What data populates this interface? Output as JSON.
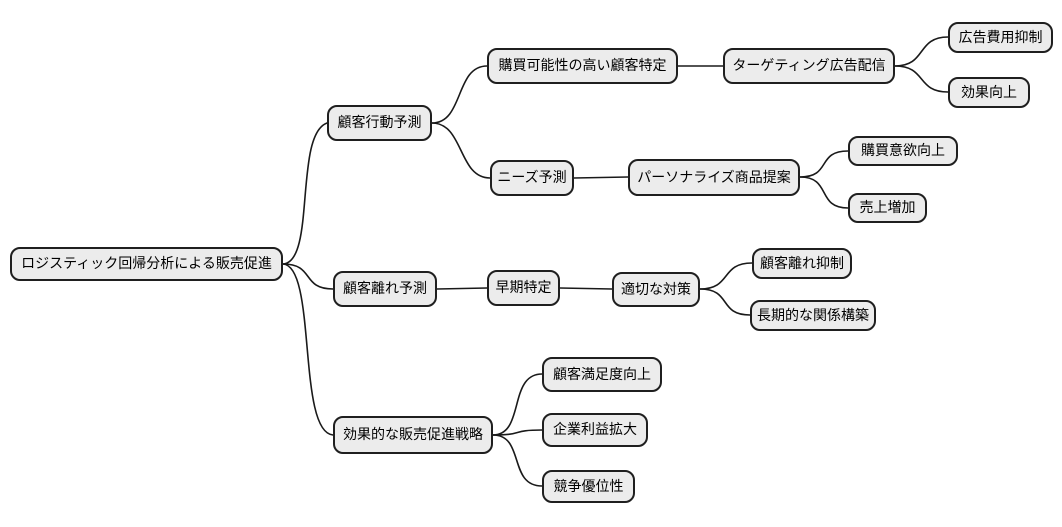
{
  "diagram": {
    "type": "mindmap",
    "title": "ロジスティック回帰分析による販売促進"
  },
  "nodes": {
    "root": {
      "label": "ロジスティック回帰分析による販売促進"
    },
    "customer_behavior": {
      "label": "顧客行動予測"
    },
    "high_purchase": {
      "label": "購買可能性の高い顧客特定"
    },
    "targeted_ads": {
      "label": "ターゲティング広告配信"
    },
    "ad_cost_reduction": {
      "label": "広告費用抑制"
    },
    "effect_improvement": {
      "label": "効果向上"
    },
    "needs_forecast": {
      "label": "ニーズ予測"
    },
    "personalized_offers": {
      "label": "パーソナライズ商品提案"
    },
    "purchase_motivation": {
      "label": "購買意欲向上"
    },
    "sales_increase": {
      "label": "売上増加"
    },
    "churn_prediction": {
      "label": "顧客離れ予測"
    },
    "early_identification": {
      "label": "早期特定"
    },
    "appropriate_measures": {
      "label": "適切な対策"
    },
    "churn_reduction": {
      "label": "顧客離れ抑制"
    },
    "long_term_relations": {
      "label": "長期的な関係構築"
    },
    "effective_strategy": {
      "label": "効果的な販売促進戦略"
    },
    "customer_satisfaction": {
      "label": "顧客満足度向上"
    },
    "profit_expansion": {
      "label": "企業利益拡大"
    },
    "competitive_advantage": {
      "label": "競争優位性"
    }
  },
  "structure": {
    "edges": [
      [
        "root",
        "customer_behavior"
      ],
      [
        "root",
        "churn_prediction"
      ],
      [
        "root",
        "effective_strategy"
      ],
      [
        "customer_behavior",
        "high_purchase"
      ],
      [
        "customer_behavior",
        "needs_forecast"
      ],
      [
        "high_purchase",
        "targeted_ads"
      ],
      [
        "targeted_ads",
        "ad_cost_reduction"
      ],
      [
        "targeted_ads",
        "effect_improvement"
      ],
      [
        "needs_forecast",
        "personalized_offers"
      ],
      [
        "personalized_offers",
        "purchase_motivation"
      ],
      [
        "personalized_offers",
        "sales_increase"
      ],
      [
        "churn_prediction",
        "early_identification"
      ],
      [
        "early_identification",
        "appropriate_measures"
      ],
      [
        "appropriate_measures",
        "churn_reduction"
      ],
      [
        "appropriate_measures",
        "long_term_relations"
      ],
      [
        "effective_strategy",
        "customer_satisfaction"
      ],
      [
        "effective_strategy",
        "profit_expansion"
      ],
      [
        "effective_strategy",
        "competitive_advantage"
      ]
    ]
  },
  "colors": {
    "background": "#ffffff",
    "node_fill": "#ececec",
    "node_border": "#1f1f1f",
    "edge_stroke": "#1a1a1a",
    "text": "#000000"
  }
}
